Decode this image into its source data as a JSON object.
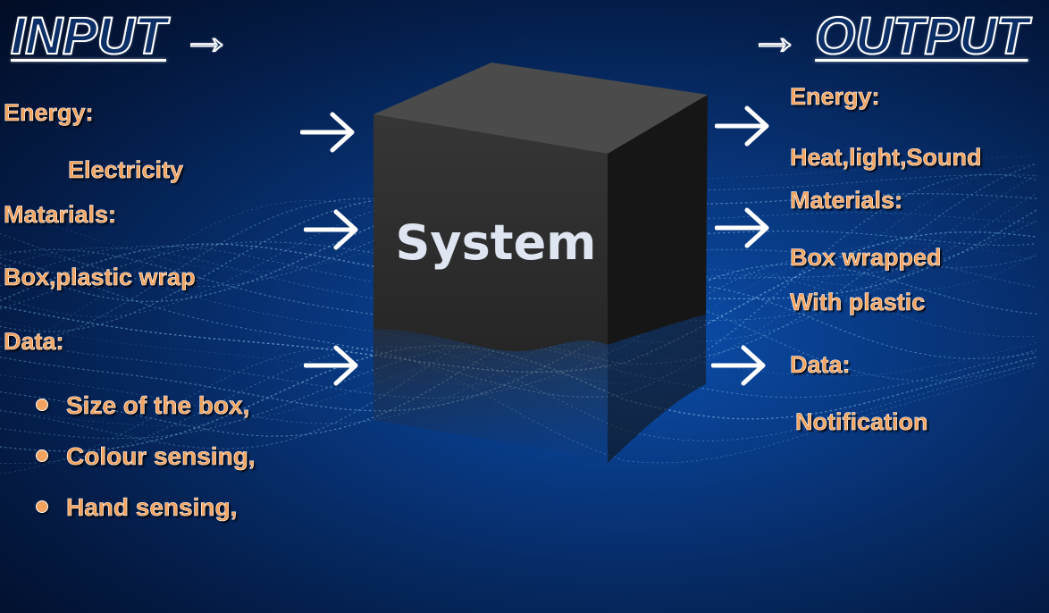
{
  "input": {
    "heading": "INPUT",
    "heading_arrow": "→",
    "energy_label": "Energy:",
    "energy_value": "Electricity",
    "materials_label": "Matarials:",
    "materials_value": "Box,plastic wrap",
    "data_label": "Data:",
    "data_items": [
      "Size of the box,",
      "Colour sensing,",
      "Hand sensing,"
    ]
  },
  "system": {
    "label": "System"
  },
  "output": {
    "heading": "OUTPUT",
    "heading_arrow": "→",
    "energy_label": "Energy:",
    "energy_value": "Heat,light,Sound",
    "materials_label": "Materials:",
    "materials_value_line1": "Box wrapped",
    "materials_value_line2": "With plastic",
    "data_label": "Data:",
    "data_value": "Notification"
  },
  "colors": {
    "label_text": "#f4a35e",
    "heading_fill": "#0b2f66",
    "outline": "#ffffff",
    "background": "#08357a",
    "cube_front": "#2b2b2b",
    "cube_side": "#141414",
    "cube_top": "#4a4a4a"
  },
  "icons": [
    "right-arrow-icon",
    "bullet-dot-icon"
  ]
}
